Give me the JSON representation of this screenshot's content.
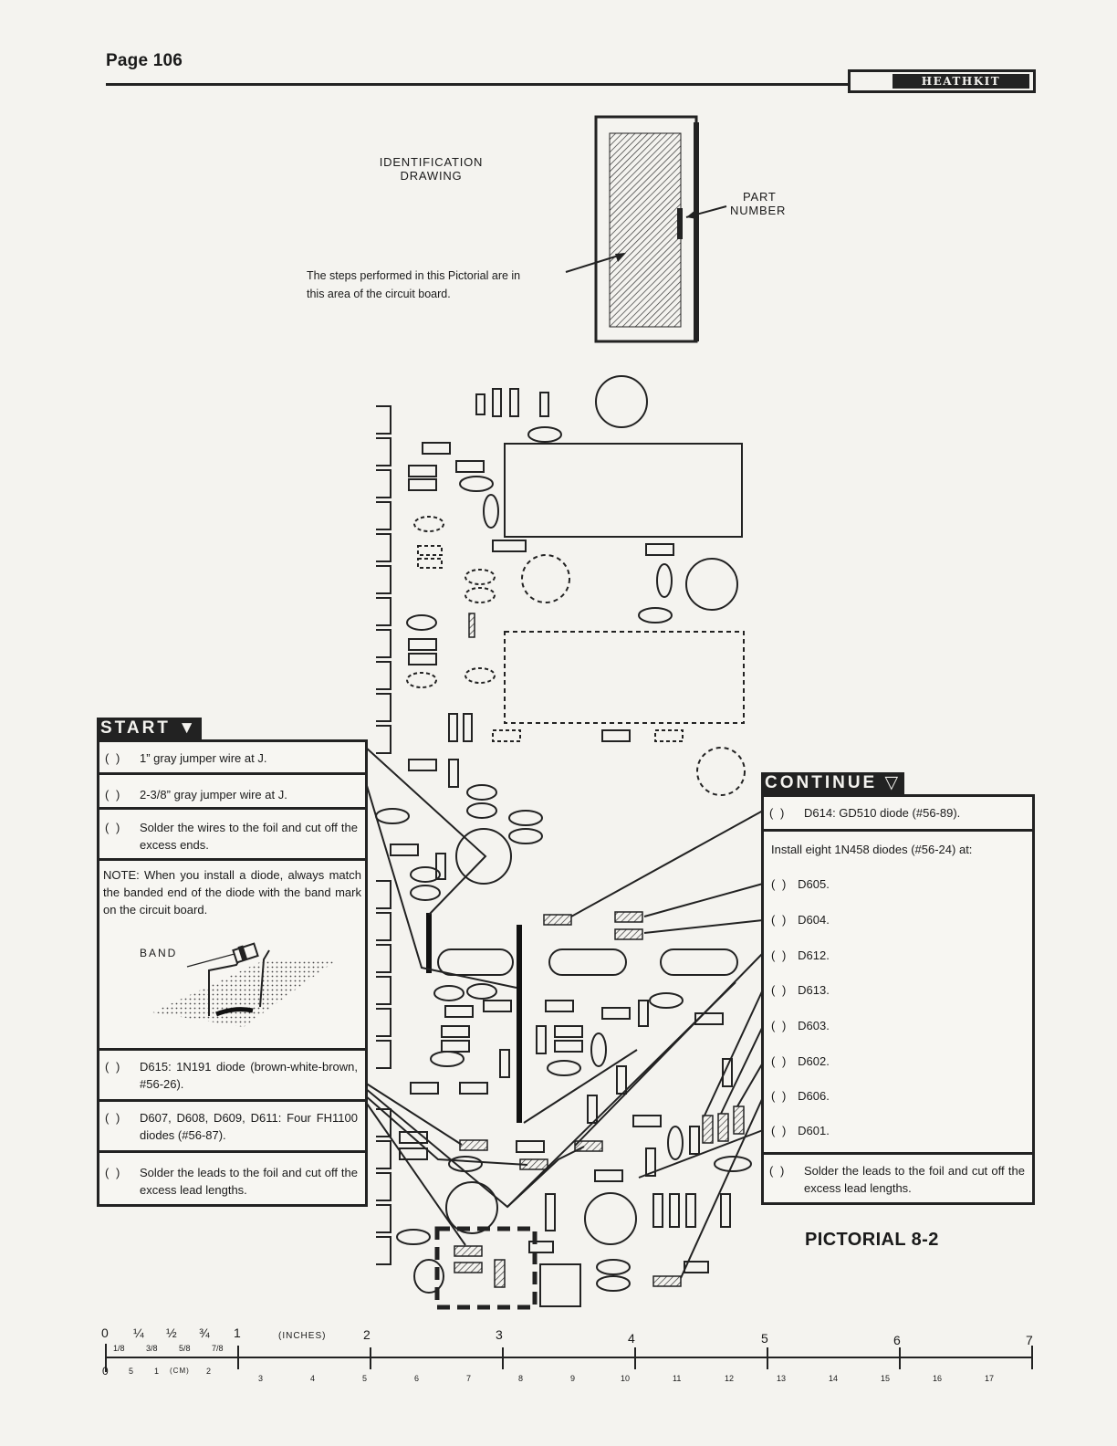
{
  "header": {
    "page_number": "Page 106",
    "brand": "HEATHKIT"
  },
  "identification": {
    "title_line1": "IDENTIFICATION",
    "title_line2": "DRAWING",
    "part_number_line1": "PART",
    "part_number_line2": "NUMBER",
    "note_line1": "The steps performed in this Pictorial are in",
    "note_line2": "this area of the circuit board."
  },
  "start_panel": {
    "tag": "START",
    "steps": [
      {
        "check": "( )",
        "text": "1” gray jumper wire at J."
      },
      {
        "check": "( )",
        "text": "2-3/8” gray jumper wire at J."
      },
      {
        "check": "( )",
        "text": "Solder the wires to the foil and cut off the excess ends."
      }
    ],
    "note": "NOTE: When you install a diode, always match the banded end of the diode with the band mark on the circuit board.",
    "band_label": "BAND",
    "steps_after": [
      {
        "check": "( )",
        "text": "D615: 1N191 diode (brown-white-brown, #56-26)."
      },
      {
        "check": "( )",
        "text": "D607, D608, D609, D611: Four FH1100 diodes (#56-87)."
      },
      {
        "check": "( )",
        "text": "Solder the leads to the foil and cut off the excess lead lengths."
      }
    ]
  },
  "continue_panel": {
    "tag": "CONTINUE",
    "first_step": {
      "check": "( )",
      "text": "D614: GD510 diode (#56-89)."
    },
    "install_text": "Install eight 1N458 diodes (#56-24) at:",
    "diodes": [
      {
        "check": "( )",
        "text": "D605."
      },
      {
        "check": "( )",
        "text": "D604."
      },
      {
        "check": "( )",
        "text": "D612."
      },
      {
        "check": "( )",
        "text": "D613."
      },
      {
        "check": "( )",
        "text": "D603."
      },
      {
        "check": "( )",
        "text": "D602."
      },
      {
        "check": "( )",
        "text": "D606."
      },
      {
        "check": "( )",
        "text": "D601."
      }
    ],
    "final_step": {
      "check": "( )",
      "text": "Solder the leads to the foil and cut off the excess lead lengths."
    }
  },
  "pictorial_label": "PICTORIAL 8-2",
  "ruler": {
    "inch_fractions": [
      "0",
      "¼",
      "½",
      "¾",
      "1"
    ],
    "inches_label": "(INCHES)",
    "inch_numbers": [
      "2",
      "3",
      "4",
      "5",
      "6",
      "7"
    ],
    "eighth_labels": [
      "1/8",
      "3/8",
      "5/8",
      "7/8"
    ],
    "cm_numbers": [
      "0",
      "5",
      "1",
      "2",
      "3",
      "4",
      "5",
      "6",
      "7",
      "8",
      "9",
      "10",
      "11",
      "12",
      "13",
      "14",
      "15",
      "16",
      "17"
    ],
    "cm_label": "(CM)"
  },
  "colors": {
    "ink": "#1a1a1a",
    "paper": "#f4f3ef"
  }
}
